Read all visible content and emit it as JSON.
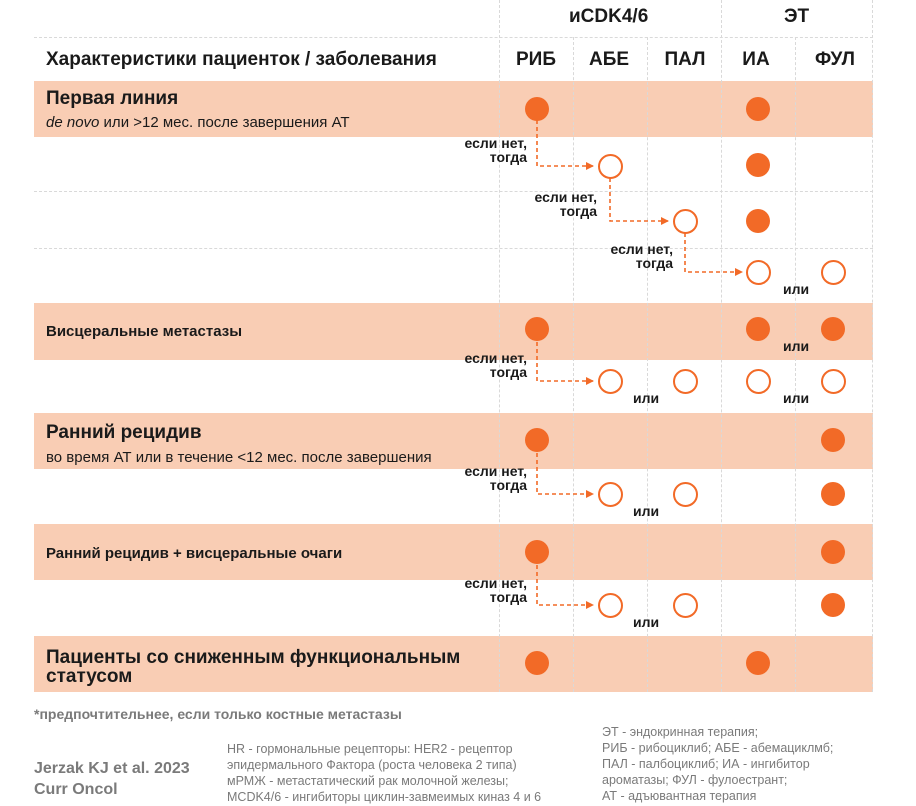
{
  "groups": {
    "cdk": "иCDK4/6",
    "et": "ЭТ"
  },
  "header": {
    "title": "Характеристики пациенток / заболевания",
    "cols": [
      "РИБ",
      "АБЕ",
      "ПАЛ",
      "ИА",
      "ФУЛ"
    ]
  },
  "rows": {
    "first_line": {
      "title": "Первая линия",
      "subtitle_italic": "de novo",
      "subtitle_rest": " или >12 мес. после завершения АТ"
    },
    "visceral": {
      "title": "Висцеральные метастазы"
    },
    "early_relapse": {
      "title": "Ранний рецидив",
      "subtitle": "во время АТ или в течение <12 мес. после завершения"
    },
    "early_relapse_visceral": {
      "title": "Ранний рецидив + висцеральные очаги"
    },
    "reduced_status": {
      "title": "Пациенты со сниженным функциональным",
      "title2": "статусом"
    }
  },
  "labels": {
    "if_not_1": "если нет,",
    "if_not_2": "тогда",
    "or": "или"
  },
  "footnote": "*предпочтительнее, если только костные метастазы",
  "citation": {
    "line1": "Jerzak KJ et al. 2023",
    "line2": "Curr Oncol"
  },
  "abbrev_left": [
    "HR - гормональные рецепторы: HER2 - рецептор",
    "эпидермального Фактора (роста человека 2 типа)",
    "мРМЖ - метастатический рак молочной железы;",
    "MCDK4/6 - ингибиторы циклин-завмеимых киназ 4 и 6"
  ],
  "abbrev_right": [
    "ЭТ - эндокринная терапия;",
    "РИБ - рибоциклиб; АБЕ - абемациклмб;",
    "ПАЛ - палбоциклиб; ИА - ингибитор",
    "ароматазы; ФУЛ - фулоестрант;",
    "АТ - адъювантная терапия"
  ],
  "colors": {
    "accent": "#f26a27",
    "band": "#f9cdb4"
  }
}
